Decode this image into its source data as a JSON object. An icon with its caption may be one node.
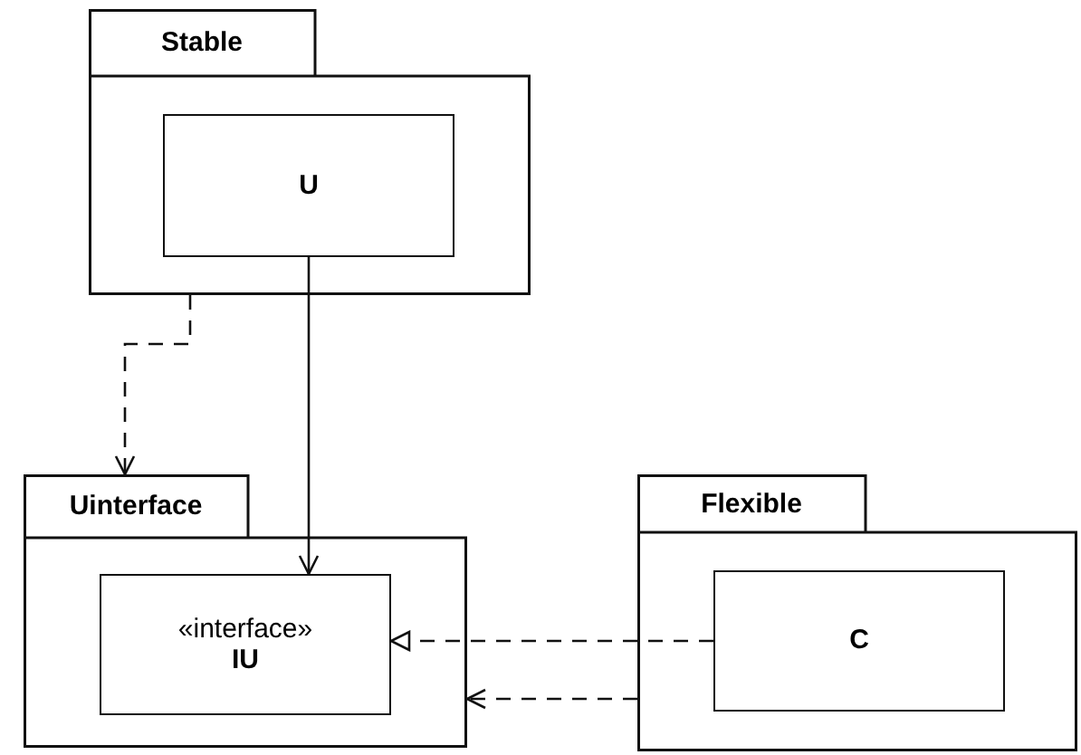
{
  "diagram": {
    "nodes": [
      {
        "text": [
          "Stable"
        ]
      },
      {
        "text": [
          "U"
        ],
        "in": 0
      },
      {
        "text": [
          "Uinterface"
        ]
      },
      {
        "text": [
          "«interface»",
          "IU"
        ],
        "in": 2
      },
      {
        "text": [
          "Flexible"
        ]
      },
      {
        "text": [
          "C"
        ],
        "in": 4
      }
    ],
    "edges": [
      {
        "from": 0,
        "to": 2,
        "arrow": "to",
        "style": "dashed"
      },
      {
        "from": 1,
        "to": 3,
        "arrow": "to"
      },
      {
        "from": 5,
        "to": 3,
        "arrow": "to",
        "style": "dashed"
      },
      {
        "from": 4,
        "to": 2,
        "arrow": "to",
        "style": "dashed"
      }
    ]
  }
}
